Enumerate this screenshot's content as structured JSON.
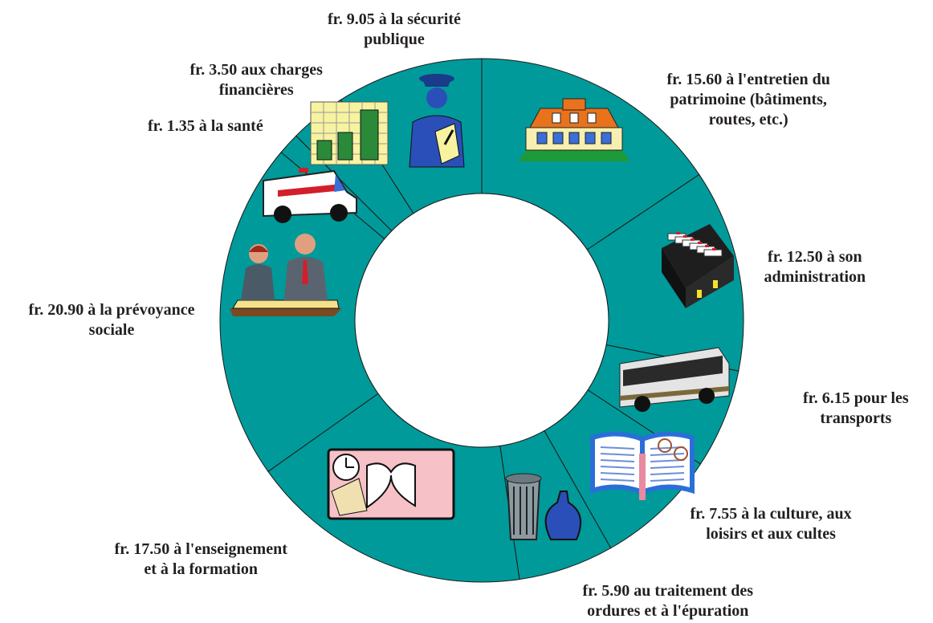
{
  "chart_data": {
    "type": "pie",
    "colors": {
      "slice": "#009a9a",
      "edge": "#1a1a1a",
      "hole": "#ffffff",
      "text": "#231f20"
    },
    "slices": [
      {
        "value": 15.6,
        "label_lines": [
          "fr. 15.60 à l'entretien du",
          "patrimoine (bâtiments,",
          "routes, etc.)"
        ],
        "icon": "house-icon"
      },
      {
        "value": 12.5,
        "label_lines": [
          "fr. 12.50 à son",
          "administration"
        ],
        "icon": "card-file-icon"
      },
      {
        "value": 6.15,
        "label_lines": [
          "fr. 6.15 pour les",
          "transports"
        ],
        "icon": "bus-icon"
      },
      {
        "value": 7.55,
        "label_lines": [
          "fr. 7.55 à la culture, aux",
          "loisirs et aux cultes"
        ],
        "icon": "open-book-glasses-icon"
      },
      {
        "value": 5.9,
        "label_lines": [
          "fr. 5.90 au traitement des",
          "ordures et à l'épuration"
        ],
        "icon": "trash-bin-icon"
      },
      {
        "value": 17.5,
        "label_lines": [
          "fr. 17.50 à l'enseignement",
          "et à la formation"
        ],
        "icon": "school-book-icon"
      },
      {
        "value": 20.9,
        "label_lines": [
          "fr. 20.90 à la prévoyance",
          "sociale"
        ],
        "icon": "meeting-people-icon"
      },
      {
        "value": 1.35,
        "label_lines": [
          "fr. 1.35 à la santé"
        ],
        "icon": "ambulance-icon"
      },
      {
        "value": 3.5,
        "label_lines": [
          "fr. 3.50 aux charges",
          "financières"
        ],
        "icon": "money-chart-icon"
      },
      {
        "value": 9.05,
        "label_lines": [
          "fr. 9.05 à la sécurité",
          "publique"
        ],
        "icon": "police-officer-icon"
      }
    ]
  }
}
